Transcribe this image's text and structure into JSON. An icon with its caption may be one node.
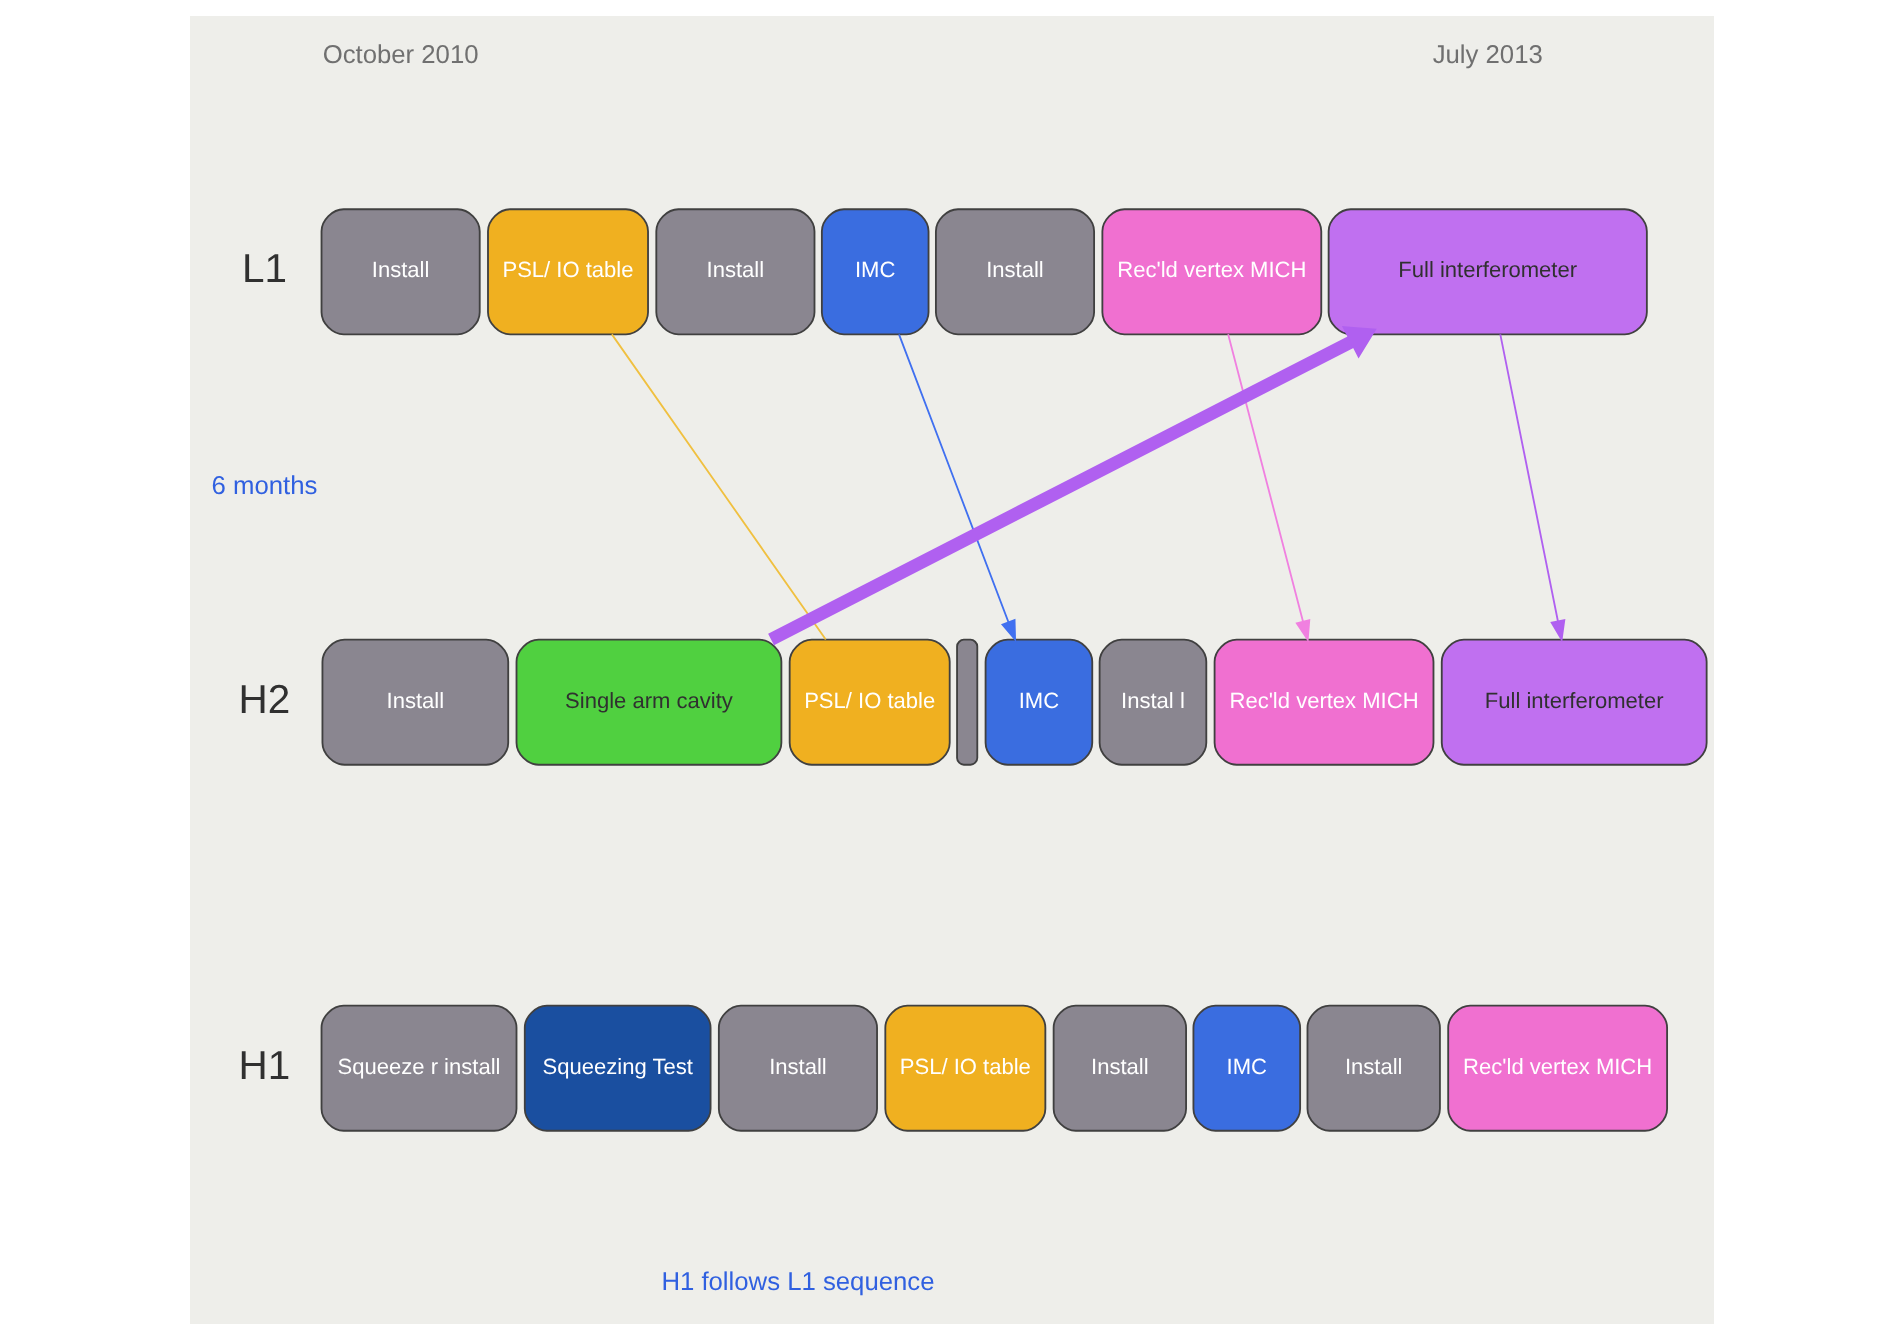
{
  "diagram": {
    "nodes": [
      {
        "text": [
          "Install"
        ]
      },
      {
        "text": [
          "PSL/ IO table"
        ]
      },
      {
        "text": [
          "Install"
        ]
      },
      {
        "text": [
          "IMC"
        ]
      },
      {
        "text": [
          "Install"
        ]
      },
      {
        "text": [
          "Rec'ld vertex MICH"
        ]
      },
      {
        "text": [
          "Full interferometer"
        ]
      },
      {
        "text": [
          "Install"
        ]
      },
      {
        "text": [
          "Single arm cavity"
        ]
      },
      {
        "text": [
          "PSL/ IO table"
        ]
      },
      {
        "text": [],
        "shape": "bar"
      },
      {
        "text": [
          "IMC"
        ]
      },
      {
        "text": [
          "Instal l"
        ]
      },
      {
        "text": [
          "Rec'ld vertex MICH"
        ]
      },
      {
        "text": [
          "Full interferometer"
        ]
      },
      {
        "text": [
          "Squeeze r install"
        ]
      },
      {
        "text": [
          "Squeezing Test"
        ]
      },
      {
        "text": [
          "Install"
        ]
      },
      {
        "text": [
          "PSL/ IO table"
        ]
      },
      {
        "text": [
          "Install"
        ]
      },
      {
        "text": [
          "IMC"
        ]
      },
      {
        "text": [
          "Install"
        ]
      },
      {
        "text": [
          "Rec'ld vertex MICH"
        ]
      }
    ],
    "edges": [
      {
        "from": 1,
        "to": 9,
        "arrow": "none",
        "color": "#f0c040"
      },
      {
        "from": 3,
        "to": 11,
        "arrow": "to",
        "color": "#4070f0"
      },
      {
        "from": 5,
        "to": 13,
        "arrow": "to",
        "color": "#f080e0"
      },
      {
        "from": 6,
        "to": 14,
        "arrow": "to",
        "color": "#b060f0"
      },
      {
        "from": 8,
        "to": 6,
        "arrow": "to",
        "style": "thick",
        "color": "#b060f0"
      }
    ],
    "labels": [
      "October 2010",
      "July 2013",
      "L1",
      "6 months",
      "H2",
      "H1",
      "H1 follows L1 sequence"
    ]
  }
}
